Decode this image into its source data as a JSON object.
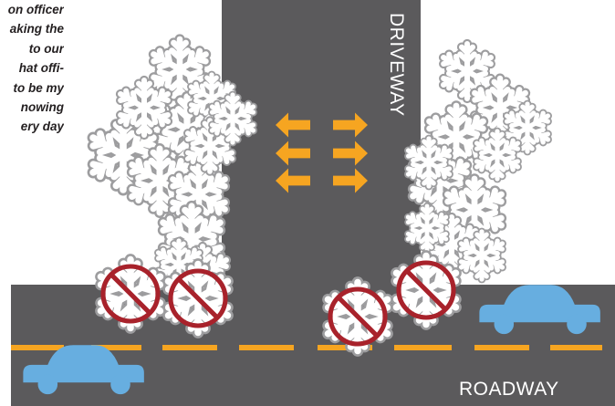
{
  "caption": {
    "lines": [
      "on officer",
      "aking the",
      "to our",
      "hat offi-",
      "to be my",
      "nowing",
      "ery day"
    ]
  },
  "labels": {
    "driveway": "DRIVEWAY",
    "roadway": "ROADWAY"
  },
  "colors": {
    "asphalt": "#5b5a5c",
    "lane_dash": "#f6a521",
    "arrow": "#f6a521",
    "car": "#67aee0",
    "snowflake_fill": "#ffffff",
    "snowflake_stroke": "#9d9d9f",
    "prohibition": "#a8222b",
    "background": "#ffffff"
  },
  "icons": {
    "snowflake": "snowflake-icon",
    "no_snow": "no-snow-prohibition-icon",
    "car": "car-icon",
    "arrow": "arrow-icon"
  }
}
